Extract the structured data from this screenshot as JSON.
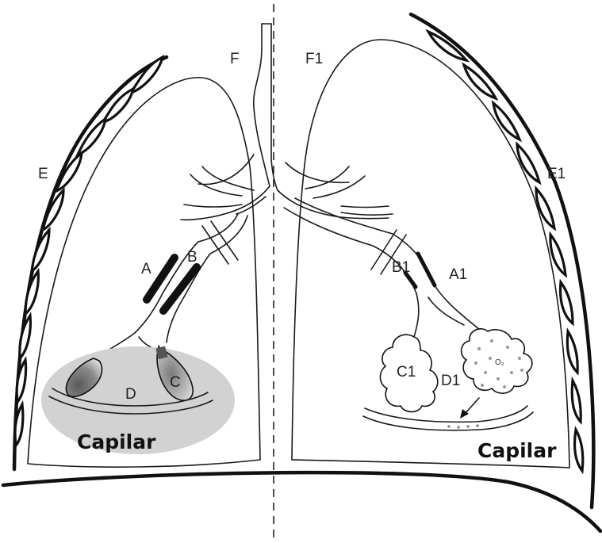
{
  "labels": {
    "A": "A",
    "B": "B",
    "C": "C",
    "D": "D",
    "E": "E",
    "F": "F",
    "A1": "A1",
    "B1": "B1",
    "C1": "C1",
    "D1": "D1",
    "E1": "E1",
    "F1": "F1",
    "oxygen": "O₂"
  },
  "capillary_left": "Capilar",
  "capillary_right": "Capilar",
  "colors": {
    "line": "#111111",
    "capillary_zone": "#d2d2d2",
    "alveolus_shade": "#6e6e6e"
  }
}
